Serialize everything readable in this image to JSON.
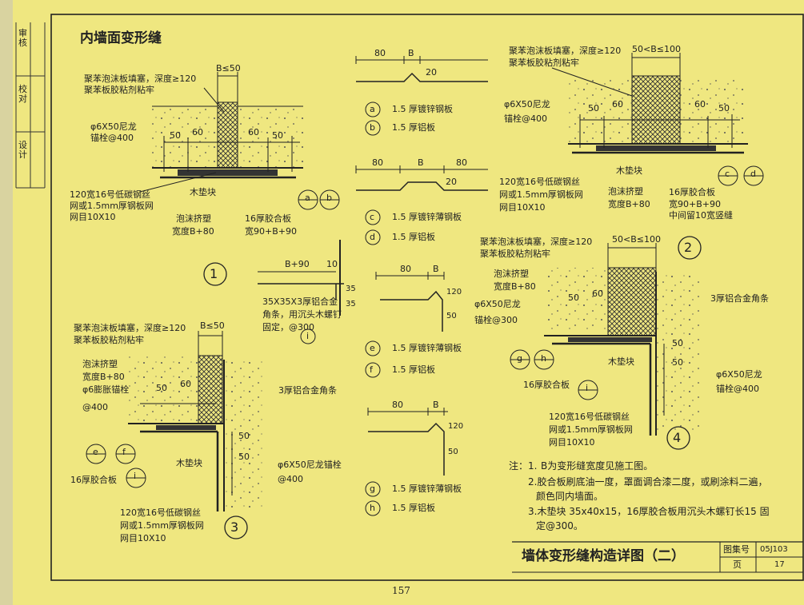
{
  "page": {
    "title": "内墙面变形缝",
    "page_number": "157"
  },
  "side_strip": {
    "labels": [
      "审核",
      "校对",
      "设计"
    ]
  },
  "detail1": {
    "callout_top": "聚苯泡沫板填塞，深度≥120",
    "callout_top2": "聚苯板胶粘剂粘牢",
    "dim_gap": "B≤50",
    "anchor": "φ6X50尼龙",
    "anchor2": "锚栓@400",
    "d50a": "50",
    "d60a": "60",
    "d60b": "60",
    "d50b": "50",
    "mesh": "120宽16号低碳钢丝",
    "mesh2": "网或1.5mm厚钢板网",
    "mesh3": "网目10X10",
    "wood": "木垫块",
    "foam": "泡沫挤塑",
    "foam2": "宽度B+80",
    "board": "16厚胶合板",
    "board2": "宽90+B+90",
    "ref_a": "a",
    "ref_b": "b",
    "number": "1"
  },
  "detail2": {
    "callout_top": "聚苯泡沫板填塞，深度≥120",
    "callout_top2": "聚苯板胶粘剂粘牢",
    "dim_gap": "50<B≤100",
    "anchor": "φ6X50尼龙",
    "anchor2": "锚栓@400",
    "d50a": "50",
    "d60a": "60",
    "d60b": "60",
    "d50b": "50",
    "mesh": "120宽16号低碳钢丝",
    "mesh2": "网或1.5mm厚钢板网",
    "mesh3": "网目10X10",
    "wood": "木垫块",
    "foam": "泡沫挤塑",
    "foam2": "宽度B+80",
    "board": "16厚胶合板",
    "board2": "宽90+B+90",
    "board3": "中间留10宽竖缝",
    "ref_c": "c",
    "ref_d": "d",
    "number": "2"
  },
  "detail3": {
    "callout_top": "聚苯泡沫板填塞，深度≥120",
    "callout_top2": "聚苯板胶粘剂粘牢",
    "dim_gap": "B≤50",
    "foam": "泡沫挤塑",
    "foam2": "宽度B+80",
    "bolt": "φ6膨胀锚栓",
    "bolt2": "@400",
    "d50": "50",
    "d60": "60",
    "angle": "3厚铝合金角条",
    "wood": "木垫块",
    "board": "16厚胶合板",
    "anchor": "φ6X50尼龙锚栓",
    "anchor2": "@400",
    "mesh": "120宽16号低碳钢丝",
    "mesh2": "网或1.5mm厚钢板网",
    "mesh3": "网目10X10",
    "d50v": "50",
    "d50v2": "50",
    "ref_e": "e",
    "ref_f": "f",
    "ref_i": "i",
    "number": "3"
  },
  "detail4": {
    "callout_top": "聚苯泡沫板填塞，深度≥120",
    "callout_top2": "聚苯板胶粘剂粘牢",
    "dim_gap": "50<B≤100",
    "foam": "泡沫挤塑",
    "foam2": "宽度B+80",
    "anchor": "φ6X50尼龙",
    "anchor2": "锚栓@300",
    "d50": "50",
    "d60": "60",
    "angle": "3厚铝合金角条",
    "wood": "木垫块",
    "board": "16厚胶合板",
    "anchor3": "φ6X50尼龙",
    "anchor4": "锚栓@400",
    "mesh": "120宽16号低碳钢丝",
    "mesh2": "网或1.5mm厚钢板网",
    "mesh3": "网目10X10",
    "d50v": "50",
    "d50v2": "50",
    "ref_g": "g",
    "ref_h": "h",
    "ref_i": "i",
    "number": "4"
  },
  "profile_ab": {
    "dim1": "80",
    "dim2": "B",
    "dim3": "20",
    "label_a": "1.5 厚镀锌钢板",
    "label_b": "1.5 厚铝板",
    "ref_a": "a",
    "ref_b": "b"
  },
  "profile_cd": {
    "dim1": "80",
    "dim2": "B",
    "dim3": "80",
    "dim4": "20",
    "label_c": "1.5 厚镀锌薄钢板",
    "label_d": "1.5 厚铝板",
    "ref_c": "c",
    "ref_d": "d"
  },
  "profile_i": {
    "dim1": "B+90",
    "dim2": "10",
    "dim3": "35",
    "dim4": "35",
    "label": "35X35X3厚铝合金",
    "label2": "角条，用沉头木螺钉",
    "label3": "固定，@300",
    "ref": "i"
  },
  "profile_ef": {
    "dim1": "80",
    "dim2": "B",
    "dim3": "120",
    "dim4": "50",
    "label_e": "1.5 厚镀锌薄钢板",
    "label_f": "1.5 厚铝板",
    "ref_e": "e",
    "ref_f": "f"
  },
  "profile_gh": {
    "dim1": "80",
    "dim2": "B",
    "dim3": "120",
    "dim4": "50",
    "label_g": "1.5 厚镀锌薄钢板",
    "label_h": "1.5 厚铝板",
    "ref_g": "g",
    "ref_h": "h"
  },
  "notes": {
    "head": "注：1.",
    "n1": "B为变形缝宽度见施工图。",
    "n2": "2.胶合板刷底油一度，罩面调合漆二度，或刷涂料二遍，",
    "n2b": "颜色同内墙面。",
    "n3": "3.木垫块 35x40x15，16厚胶合板用沉头木螺钉长15 固",
    "n3b": "定@300。"
  },
  "titleblock": {
    "title": "墙体变形缝构造详图（二）",
    "atlas_label": "图集号",
    "atlas_value": "05J103",
    "page_label": "页",
    "page_value": "17"
  },
  "colors": {
    "paper": "#efe780",
    "ink": "#222222"
  }
}
